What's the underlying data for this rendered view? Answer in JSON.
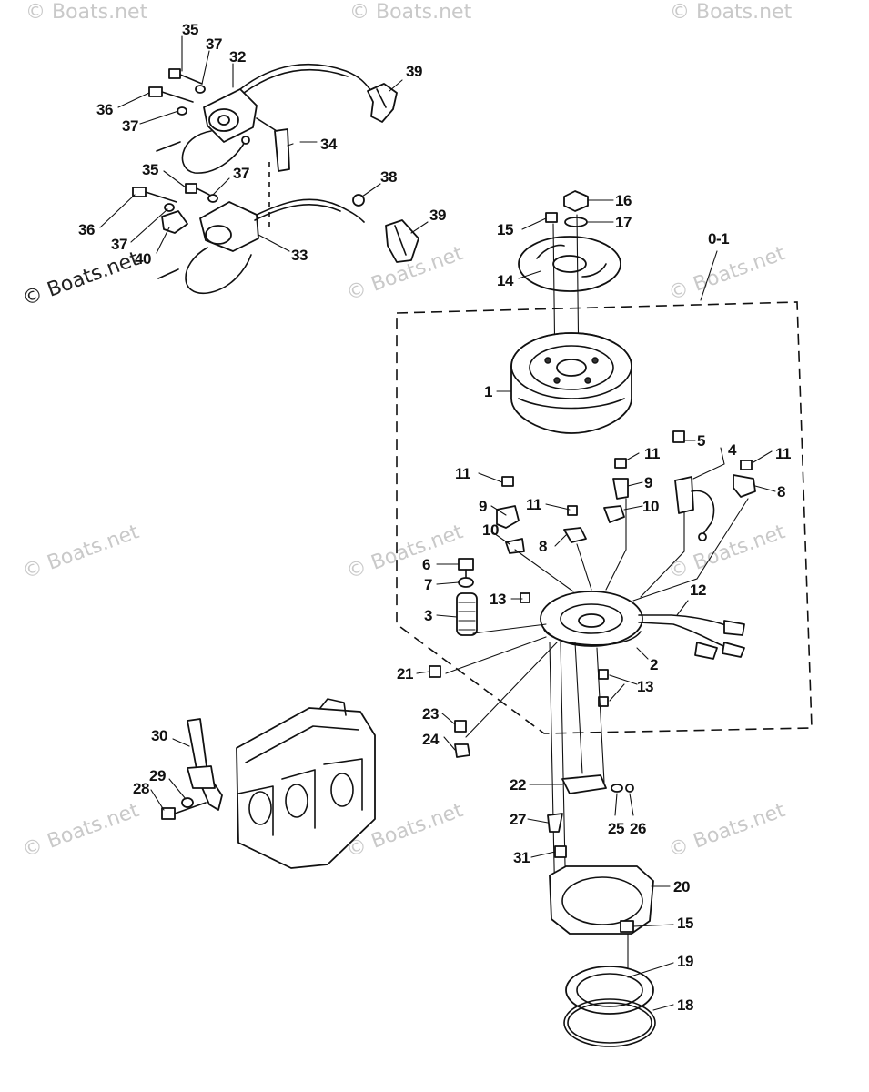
{
  "watermark": {
    "text": "© Boats.net"
  },
  "group_label": "0-1",
  "callouts": {
    "n1": "1",
    "n2": "2",
    "n3": "3",
    "n4": "4",
    "n5": "5",
    "n6": "6",
    "n7": "7",
    "n8a": "8",
    "n8b": "8",
    "n9a": "9",
    "n9b": "9",
    "n10a": "10",
    "n10b": "10",
    "n11a": "11",
    "n11b": "11",
    "n11c": "11",
    "n11d": "11",
    "n12": "12",
    "n13a": "13",
    "n13b": "13",
    "n14": "14",
    "n15a": "15",
    "n15b": "15",
    "n16": "16",
    "n17": "17",
    "n18": "18",
    "n19": "19",
    "n20": "20",
    "n21": "21",
    "n22": "22",
    "n23": "23",
    "n24": "24",
    "n25": "25",
    "n26": "26",
    "n27": "27",
    "n28": "28",
    "n29": "29",
    "n30": "30",
    "n31": "31",
    "n32": "32",
    "n33": "33",
    "n34": "34",
    "n35a": "35",
    "n35b": "35",
    "n36a": "36",
    "n36b": "36",
    "n37a": "37",
    "n37b": "37",
    "n37c": "37",
    "n37d": "37",
    "n38": "38",
    "n39a": "39",
    "n39b": "39",
    "n40": "40"
  }
}
